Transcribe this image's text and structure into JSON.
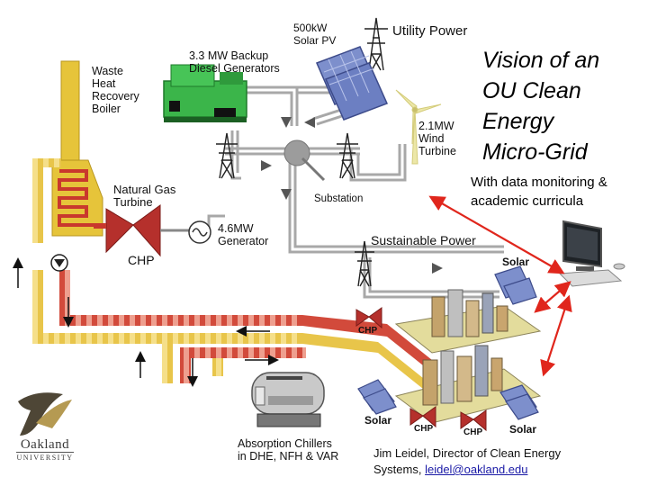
{
  "slide": {
    "title_lines": [
      "Vision of an",
      "OU Clean",
      "Energy",
      "Micro-Grid"
    ],
    "subtitle_lines": [
      "With data monitoring &",
      "academic curricula"
    ],
    "credit_line1": "Jim Leidel, Director of Clean Energy",
    "credit_line2_prefix": "Systems, ",
    "credit_email": "leidel@oakland.edu"
  },
  "labels": {
    "waste_heat": [
      "Waste",
      "Heat",
      "Recovery",
      "Boiler"
    ],
    "backup_diesel": [
      "3.3 MW Backup",
      "Diesel Generators"
    ],
    "solar_pv": [
      "500kW",
      "Solar PV"
    ],
    "utility_power": "Utility Power",
    "wind": [
      "2.1MW",
      "Wind",
      "Turbine"
    ],
    "natural_gas": [
      "Natural Gas",
      "Turbine"
    ],
    "chp_main": "CHP",
    "generator": [
      "4.6MW",
      "Generator"
    ],
    "substation": "Substation",
    "sustainable_power": "Sustainable Power",
    "solar_top_right": "Solar",
    "chp_small_left": "CHP",
    "chp_bottom_a": "CHP",
    "chp_bottom_b": "CHP",
    "solar_bottom_left": "Solar",
    "solar_bottom_right": "Solar",
    "absorption": [
      "Absorption Chillers",
      "in DHE, NFH & VAR"
    ]
  },
  "logo": {
    "name": "Oakland",
    "subname": "UNIVERSITY"
  },
  "colors": {
    "boiler_yellow": "#e6c43a",
    "hot_pipe_red": "#d24a3b",
    "turbine_red": "#b5302c",
    "diesel_green": "#3bb54a",
    "solar_blue": "#6f86c6",
    "arrow_red": "#e0261c",
    "pipe_gray": "#9a9a9a"
  }
}
